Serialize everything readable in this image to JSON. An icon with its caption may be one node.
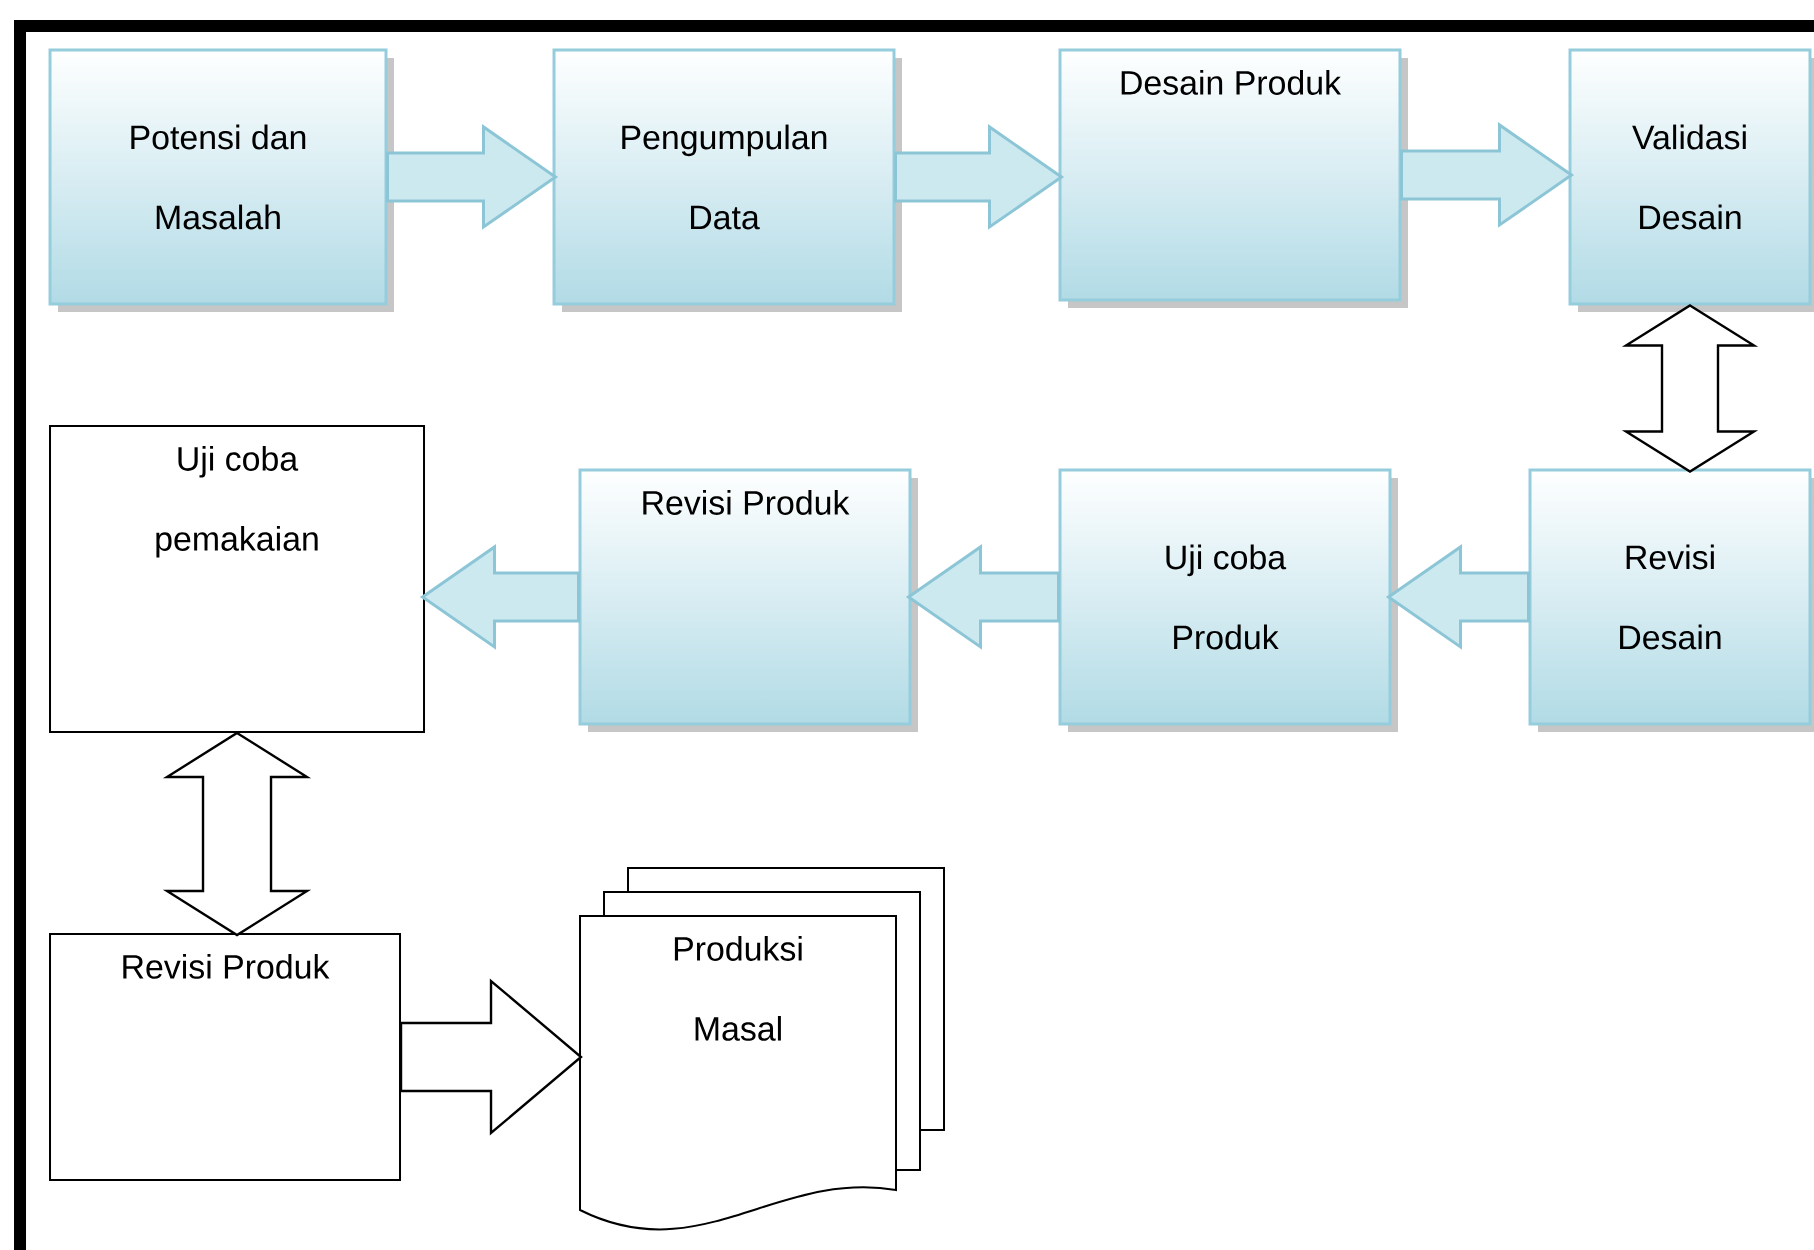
{
  "diagram": {
    "nodes": [
      {
        "text": [
          "Potensi dan Masalah"
        ]
      },
      {
        "text": [
          "Pengumpulan Data"
        ]
      },
      {
        "text": [
          "Desain Produk"
        ]
      },
      {
        "text": [
          "Validasi Desain"
        ]
      },
      {
        "text": [
          "Revisi Desain"
        ]
      },
      {
        "text": [
          "Uji coba Produk"
        ]
      },
      {
        "text": [
          "Revisi Produk"
        ]
      },
      {
        "text": [
          "Uji coba pemakaian"
        ]
      },
      {
        "text": [
          "Revisi Produk"
        ]
      },
      {
        "text": [
          "Produksi Masal"
        ]
      }
    ],
    "edges": [
      {
        "from": 0,
        "to": 1,
        "arrow": "to"
      },
      {
        "from": 1,
        "to": 2,
        "arrow": "to"
      },
      {
        "from": 2,
        "to": 3,
        "arrow": "to"
      },
      {
        "from": 3,
        "to": 4,
        "arrow": "both",
        "color": "#000000"
      },
      {
        "from": 4,
        "to": 5,
        "arrow": "to"
      },
      {
        "from": 5,
        "to": 6,
        "arrow": "to"
      },
      {
        "from": 6,
        "to": 7,
        "arrow": "to"
      },
      {
        "from": 7,
        "to": 8,
        "arrow": "both",
        "color": "#000000"
      },
      {
        "from": 8,
        "to": 9,
        "arrow": "to",
        "color": "#000000"
      }
    ]
  }
}
